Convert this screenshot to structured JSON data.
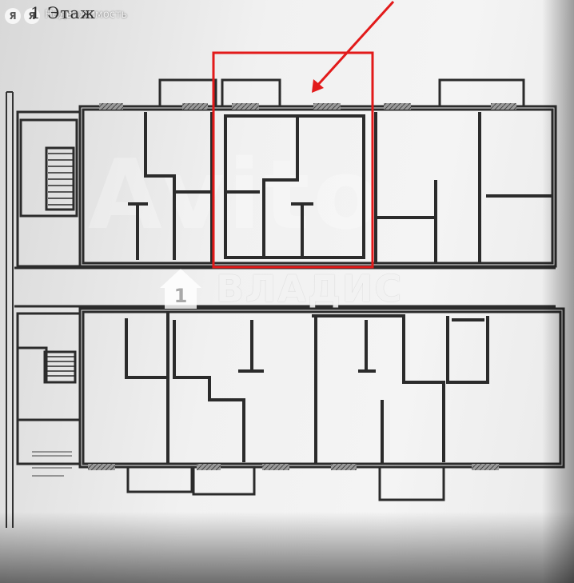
{
  "floor_title": "1 Этаж",
  "ya_badge_1": "Я",
  "ya_badge_2": "Я",
  "ya_service_text": "Недвижимость",
  "watermark_text": "ВЛАДИС",
  "watermark_logo_digit": "1",
  "avito_watermark": "Avito",
  "highlight_color": "#e21a1a",
  "wall_color": "#2b2b2b"
}
